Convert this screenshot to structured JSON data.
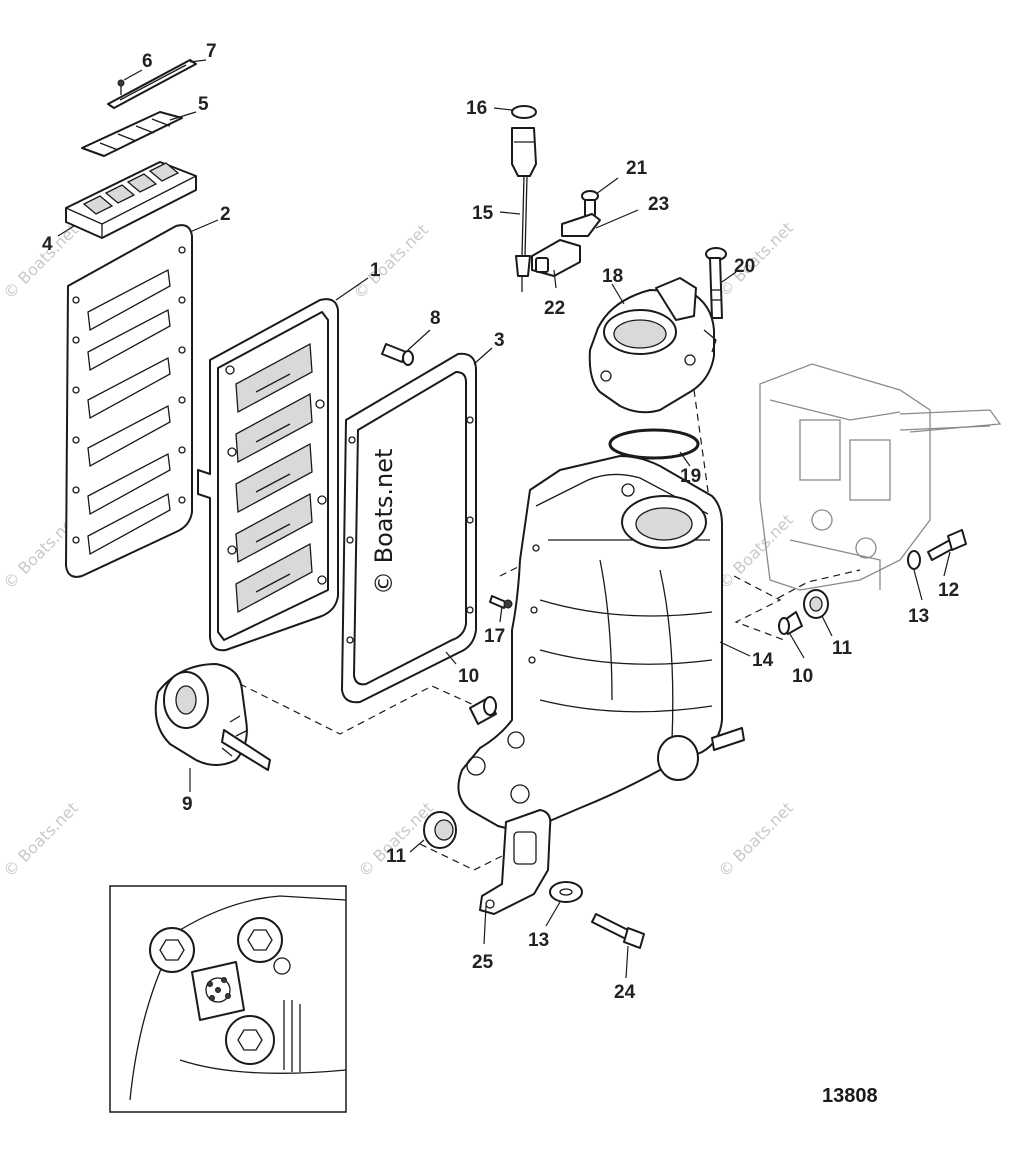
{
  "figure_number": "13808",
  "watermark_main": "© Boats.net",
  "watermark_small": "© Boats.net",
  "callouts": [
    "1",
    "2",
    "3",
    "4",
    "5",
    "6",
    "7",
    "8",
    "9",
    "10",
    "10",
    "11",
    "11",
    "12",
    "13",
    "13",
    "14",
    "15",
    "16",
    "17",
    "18",
    "19",
    "20",
    "21",
    "22",
    "23",
    "24",
    "25"
  ],
  "inset_label": "",
  "colors": {
    "line": "#1a1a1a",
    "watermark": "#c9c9c9",
    "background": "#ffffff"
  }
}
